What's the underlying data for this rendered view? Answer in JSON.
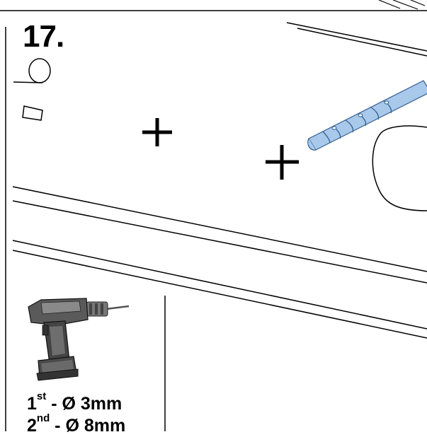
{
  "step": {
    "number": "17."
  },
  "drill_specs": [
    {
      "ordinal": "1",
      "suffix": "st",
      "text": " - Ø 3mm"
    },
    {
      "ordinal": "2",
      "suffix": "nd",
      "text": " - Ø 8mm"
    }
  ],
  "icons": {
    "fixings": [
      "wall-plug-icon",
      "washer-icon"
    ],
    "drill": "cordless-drill-icon",
    "drill_bit": "drill-bit-icon"
  },
  "colors": {
    "line": "#000000",
    "drill_bit_fill": "#a9c9ea",
    "drill_bit_stroke": "#2f5f93",
    "drill_body": "#555555"
  }
}
